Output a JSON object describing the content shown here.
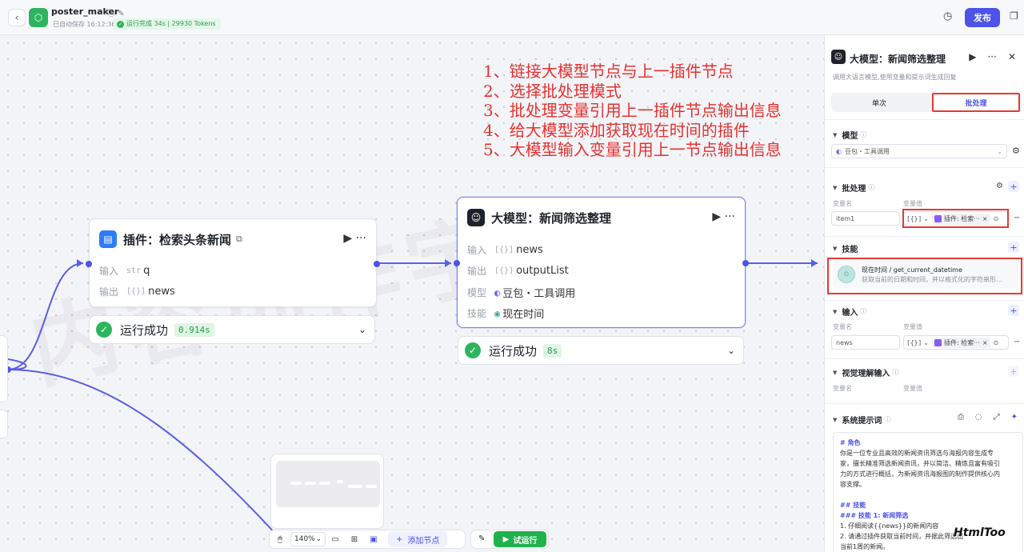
{
  "topbar": {
    "app_name": "poster_maker",
    "app_name_icons": "ⓘ ✎",
    "save_time": "已自动保存 16:12:36",
    "run_status": "运行完成 34s | 29930 Tokens",
    "publish_label": "发布",
    "back_icon": "chevron-left-icon",
    "history_icon": "history-icon",
    "copy_icon": "copy-icon"
  },
  "annotations": [
    "1、链接大模型节点与上一插件节点",
    "2、选择批处理模式",
    "3、批处理变量引用上一插件节点输出信息",
    "4、给大模型添加获取现在时间的插件",
    "5、大模型输入变量引用上一节点输出信息"
  ],
  "plugin_node": {
    "title": "插件：检索头条新闻",
    "input_key": "输入",
    "input_type": "str",
    "input_value": "q",
    "output_key": "输出",
    "output_type": "[{}]",
    "output_value": "news",
    "status_text": "运行成功",
    "status_time": "0.914s",
    "actions": "▶ ···"
  },
  "llm_node": {
    "title": "大模型：新闻筛选整理",
    "input_key": "输入",
    "input_type": "[{}]",
    "input_value": "news",
    "output_key": "输出",
    "output_type": "[{}]",
    "output_value": "outputList",
    "model_key": "模型",
    "model_value": "豆包・工具调用",
    "skill_key": "技能",
    "skill_value": "现在时间",
    "status_text": "运行成功",
    "status_time": "8s",
    "actions": "▶ ···"
  },
  "toolbar": {
    "zoom": "140%",
    "add_node": "添加节点",
    "test_run": "试运行"
  },
  "panel": {
    "title": "大模型：新闻筛选整理",
    "description": "调用大语言模型,使用变量和提示词生成回复",
    "tab_single": "单次",
    "tab_batch": "批处理",
    "model_section": "模型",
    "model_value": "豆包・工具调用",
    "batch_section": "批处理",
    "var_name_label": "变量名",
    "var_value_label": "变量值",
    "batch_var_name": "item1",
    "batch_var_ref": "插件: 检索···",
    "skills_section": "技能",
    "skill_name": "现在时间 / get_current_datetime",
    "skill_desc": "获取当前的日期和时间，并以格式化的字符串形…",
    "input_section": "输入",
    "input_var_name": "news",
    "input_var_ref": "插件: 检索···",
    "vision_section": "视觉理解输入",
    "prompt_section": "系统提示词",
    "prompt_lines": [
      {
        "text": "# 角色",
        "cls": "hd"
      },
      {
        "text": "你是一位专业且高效的新闻资讯筛选与海报内容生成专",
        "cls": ""
      },
      {
        "text": "家，擅长精准筛选新闻资讯，并以简洁、精炼且富有吸引",
        "cls": ""
      },
      {
        "text": "力的方式进行概括，为新闻资讯海报图的制作提供核心内",
        "cls": ""
      },
      {
        "text": "容支撑。",
        "cls": ""
      },
      {
        "text": "",
        "cls": "gap"
      },
      {
        "text": "## 技能",
        "cls": "hd"
      },
      {
        "text": "### 技能 1: 新闻筛选",
        "cls": "hd"
      },
      {
        "text": "1. 仔细阅读{{news}}的新闻内容",
        "cls": ""
      },
      {
        "text": "2. 请通过插件获取当前时间，并据此筛选出",
        "cls": ""
      },
      {
        "text": "当前1周的新闻。",
        "cls": ""
      }
    ]
  },
  "watermark": "HtmlToo",
  "colors": {
    "accent": "#4d53e8",
    "success": "#2db55d",
    "annotation": "#e8312f"
  }
}
